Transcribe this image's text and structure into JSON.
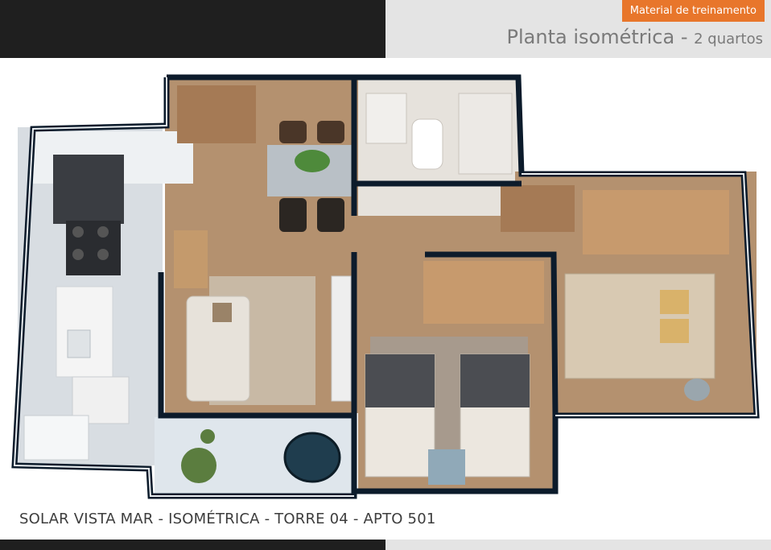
{
  "header": {
    "badge": "Material de treinamento",
    "title_main": "Planta isométrica",
    "title_separator": " - ",
    "title_sub": "2 quartos"
  },
  "caption": "SOLAR VISTA MAR - ISOMÉTRICA - TORRE 04 - APTO 501",
  "colors": {
    "dark_bar": "#1f1f1f",
    "light_bar": "#e4e4e4",
    "accent": "#e8762b",
    "wall": "#0c1b2b",
    "wood_floor": "#b4916f",
    "tile_floor": "#d8dde2"
  }
}
